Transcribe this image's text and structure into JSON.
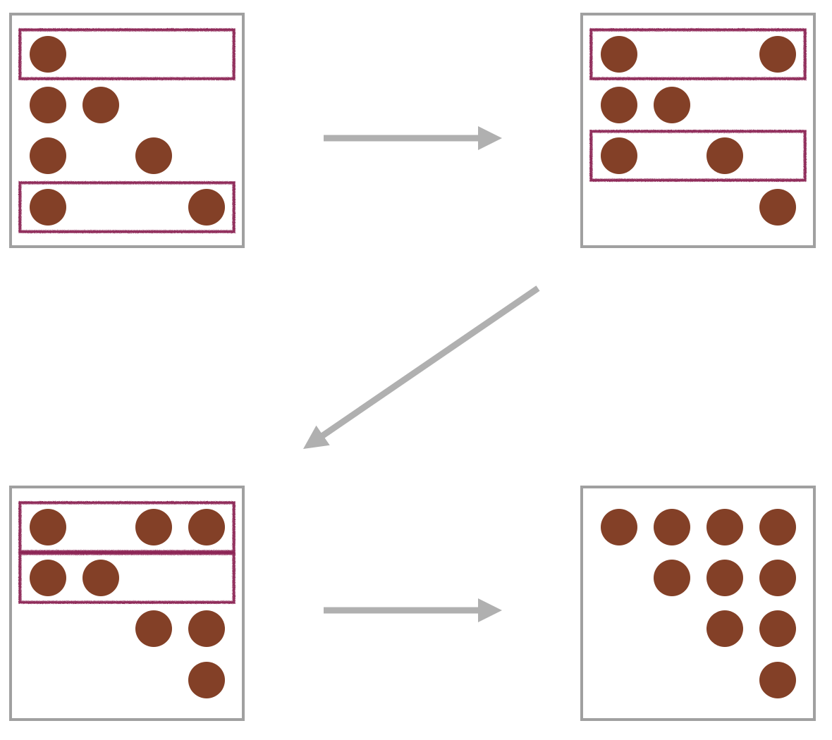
{
  "colors": {
    "panel_border": "#a0a0a0",
    "dot": "#834027",
    "highlight": "#8b2252",
    "arrow": "#b0b0b0",
    "background": "#ffffff"
  },
  "panels": [
    {
      "id": "step-1",
      "grid": [
        [
          1,
          0,
          0,
          0
        ],
        [
          1,
          1,
          0,
          0
        ],
        [
          1,
          0,
          1,
          0
        ],
        [
          1,
          0,
          0,
          1
        ]
      ],
      "highlighted_rows": [
        0,
        3
      ]
    },
    {
      "id": "step-2",
      "grid": [
        [
          1,
          0,
          0,
          1
        ],
        [
          1,
          1,
          0,
          0
        ],
        [
          1,
          0,
          1,
          0
        ],
        [
          0,
          0,
          0,
          1
        ]
      ],
      "highlighted_rows": [
        0,
        2
      ]
    },
    {
      "id": "step-3",
      "grid": [
        [
          1,
          0,
          1,
          1
        ],
        [
          1,
          1,
          0,
          0
        ],
        [
          0,
          0,
          1,
          1
        ],
        [
          0,
          0,
          0,
          1
        ]
      ],
      "highlighted_rows": [
        0,
        1
      ]
    },
    {
      "id": "step-4",
      "grid": [
        [
          1,
          1,
          1,
          1
        ],
        [
          0,
          1,
          1,
          1
        ],
        [
          0,
          0,
          1,
          1
        ],
        [
          0,
          0,
          0,
          1
        ]
      ],
      "highlighted_rows": []
    }
  ],
  "arrows": [
    {
      "id": "step-1-to-step-2",
      "direction": "right"
    },
    {
      "id": "step-2-to-step-3",
      "direction": "down-left"
    },
    {
      "id": "step-3-to-step-4",
      "direction": "right"
    }
  ]
}
